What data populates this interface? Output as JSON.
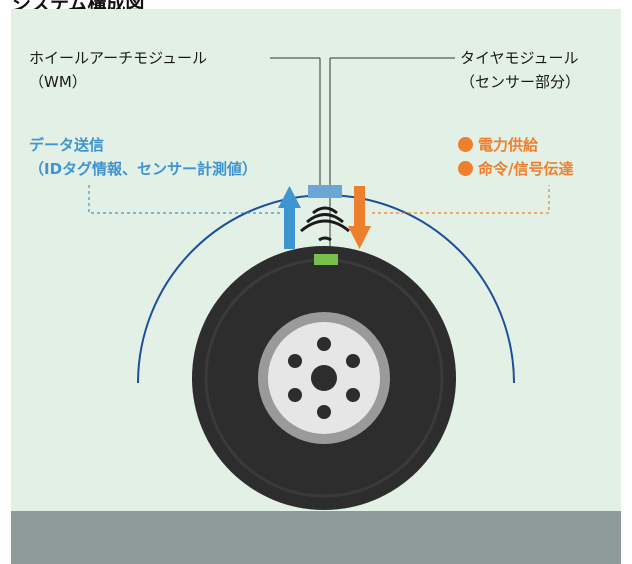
{
  "title": "システム構成図",
  "wm_label": {
    "line1": "ホイールアーチモジュール",
    "line2": "（WM）"
  },
  "tire_module_label": {
    "line1": "タイヤモジュール",
    "line2": "（センサー部分）"
  },
  "data_send_label": {
    "line1": "データ送信",
    "line2": "（IDタグ情報、センサー計測値）"
  },
  "supply_items": [
    "電力供給",
    "命令/信号伝達"
  ],
  "colors": {
    "data_arrow": "#3d95d2",
    "supply_arrow": "#ee7f2c",
    "wm_module": "#6aa6d6",
    "tire_module": "#78c04b",
    "background": "#e3f0e6",
    "ground": "#8f9b9a",
    "tire": "#2d2d2d",
    "wheel_arch": "#1a4f9c"
  }
}
